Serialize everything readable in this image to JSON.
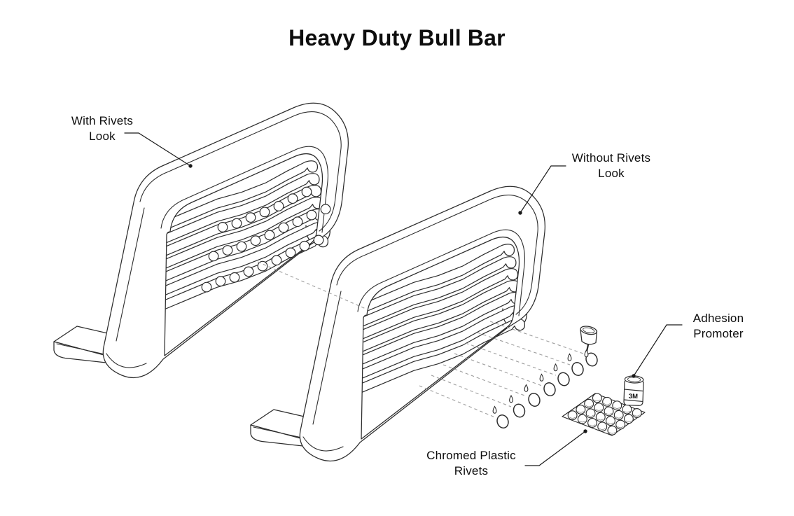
{
  "title": "Heavy Duty Bull Bar",
  "callouts": {
    "with_rivets": {
      "line1": "With Rivets",
      "line2": "Look"
    },
    "without_rivets": {
      "line1": "Without Rivets",
      "line2": "Look"
    },
    "adhesion_promoter": {
      "line1": "Adhesion",
      "line2": "Promoter"
    },
    "chromed_rivets": {
      "line1": "Chromed Plastic",
      "line2": "Rivets"
    }
  },
  "bottle": {
    "label": "3M"
  },
  "parts": {
    "bar_with_rivets_rivet_rows": [
      7,
      9,
      9
    ],
    "loose_rivets": 7,
    "rivet_sheet": {
      "rows": 4,
      "cols": 5,
      "total": 20
    }
  },
  "colors": {
    "line": "#2d2d2d",
    "dash": "#9d9d9d",
    "text": "#0d0d0d",
    "background": "#ffffff"
  }
}
